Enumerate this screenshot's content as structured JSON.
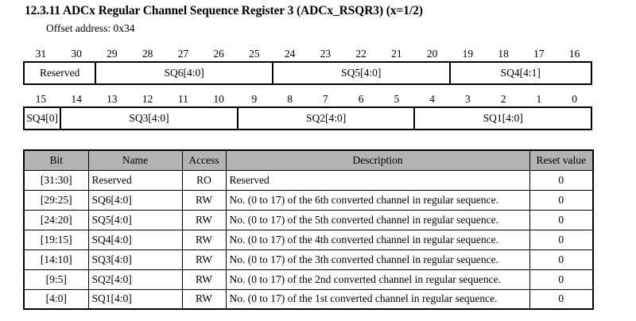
{
  "heading": {
    "title": "12.3.11 ADCx Regular Channel Sequence Register 3 (ADCx_RSQR3) (x=1/2)",
    "offset": "Offset address: 0x34"
  },
  "register_map": {
    "rows": [
      {
        "bit_numbers": [
          "31",
          "30",
          "29",
          "28",
          "27",
          "26",
          "25",
          "24",
          "23",
          "22",
          "21",
          "20",
          "19",
          "18",
          "17",
          "16"
        ],
        "fields": [
          {
            "label": "Reserved",
            "bits": 2
          },
          {
            "label": "SQ6[4:0]",
            "bits": 5
          },
          {
            "label": "SQ5[4:0]",
            "bits": 5
          },
          {
            "label": "SQ4[4:1]",
            "bits": 4
          }
        ]
      },
      {
        "bit_numbers": [
          "15",
          "14",
          "13",
          "12",
          "11",
          "10",
          "9",
          "8",
          "7",
          "6",
          "5",
          "4",
          "3",
          "2",
          "1",
          "0"
        ],
        "fields": [
          {
            "label": "SQ4[0]",
            "bits": 1
          },
          {
            "label": "SQ3[4:0]",
            "bits": 5
          },
          {
            "label": "SQ2[4:0]",
            "bits": 5
          },
          {
            "label": "SQ1[4:0]",
            "bits": 5
          }
        ]
      }
    ]
  },
  "table": {
    "headers": [
      "Bit",
      "Name",
      "Access",
      "Description",
      "Reset value"
    ],
    "rows": [
      {
        "bit": "[31:30]",
        "name": "Reserved",
        "access": "RO",
        "description": "Reserved",
        "reset": "0"
      },
      {
        "bit": "[29:25]",
        "name": "SQ6[4:0]",
        "access": "RW",
        "description": "No. (0 to 17) of the 6th converted channel in regular sequence.",
        "reset": "0"
      },
      {
        "bit": "[24:20]",
        "name": "SQ5[4:0]",
        "access": "RW",
        "description": "No. (0 to 17) of the 5th converted channel in regular sequence.",
        "reset": "0"
      },
      {
        "bit": "[19:15]",
        "name": "SQ4[4:0]",
        "access": "RW",
        "description": "No. (0 to 17) of the 4th converted channel in regular sequence.",
        "reset": "0"
      },
      {
        "bit": "[14:10]",
        "name": "SQ3[4:0]",
        "access": "RW",
        "description": "No. (0 to 17) of the 3th converted channel in regular sequence.",
        "reset": "0"
      },
      {
        "bit": "[9:5]",
        "name": "SQ2[4:0]",
        "access": "RW",
        "description": "No. (0 to 17) of the 2nd converted channel in regular sequence.",
        "reset": "0"
      },
      {
        "bit": "[4:0]",
        "name": "SQ1[4:0]",
        "access": "RW",
        "description": "No. (0 to 17) of the 1st converted channel in regular sequence.",
        "reset": "0"
      }
    ]
  },
  "colors": {
    "header_background": "#b3b3b3",
    "border": "#000000",
    "page_background": "#ffffff"
  }
}
